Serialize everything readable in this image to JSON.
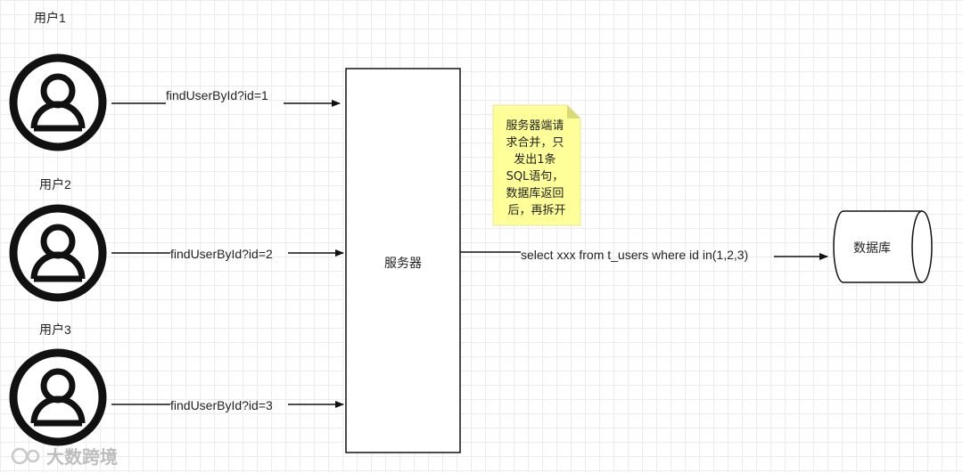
{
  "users": [
    {
      "label": "用户1",
      "request": "findUserById?id=1"
    },
    {
      "label": "用户2",
      "request": "findUserById?id=2"
    },
    {
      "label": "用户3",
      "request": "findUserById?id=3"
    }
  ],
  "server": {
    "label": "服务器"
  },
  "note": {
    "lines": [
      "服务器端请",
      "求合并，只",
      "发出1条",
      "SQL语句，",
      "数据库返回",
      "后，再拆开"
    ]
  },
  "sql": {
    "label": "select xxx from t_users where id in(1,2,3)"
  },
  "database": {
    "label": "数据库"
  },
  "watermark": {
    "text": "大数跨境"
  },
  "colors": {
    "stroke": "#111111",
    "note_fill": "#ffff99",
    "note_fold": "#d9d97a",
    "grid": "#ececec"
  }
}
